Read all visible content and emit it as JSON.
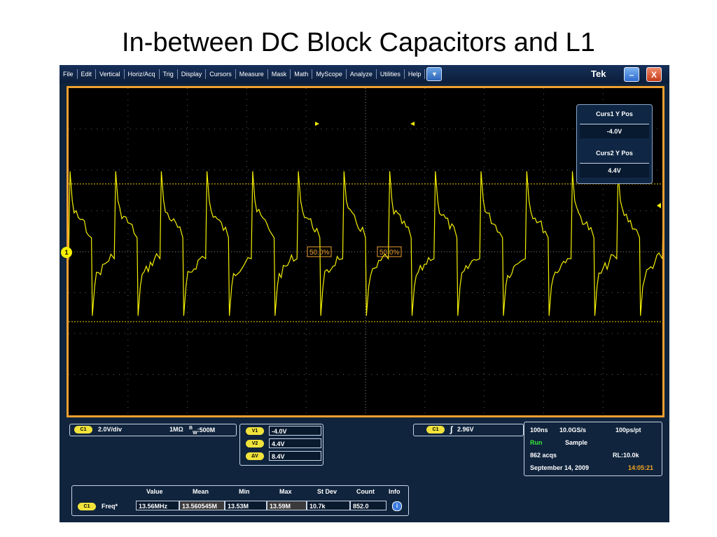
{
  "slide": {
    "title": "In-between DC Block Capacitors and L1"
  },
  "menu": {
    "items": [
      "File",
      "Edit",
      "Vertical",
      "Horiz/Acq",
      "Trig",
      "Display",
      "Cursors",
      "Measure",
      "Mask",
      "Math",
      "MyScope",
      "Analyze",
      "Utilities",
      "Help"
    ]
  },
  "titlebar": {
    "brand": "Tek",
    "minimize_glyph": "–",
    "close_glyph": "X"
  },
  "screen": {
    "channel_marker": "1",
    "trigger_label_left": "50.0%",
    "trigger_label_right": "50.0%",
    "trace_color": "#f5f000",
    "border_color": "#f0a030",
    "trace_shape": {
      "periods": 13,
      "high_level": 0.28,
      "low_level": 0.67,
      "zero_level": 0.5
    }
  },
  "cursor_readout": {
    "curs1_label": "Curs1 Y Pos",
    "curs1_value": "-4.0V",
    "curs2_label": "Curs2 Y Pos",
    "curs2_value": "4.4V"
  },
  "channel_info": {
    "badge": "C1",
    "scale": "2.0V/div",
    "impedance": "1MΩ",
    "bw_sup": "B",
    "bw_sub": "W",
    "bandwidth": ":500M"
  },
  "cursor_values": {
    "v1_label": "V1",
    "v1": "-4.0V",
    "v2_label": "V2",
    "v2": "4.4V",
    "dv_label": "ΔV",
    "dv": "8.4V"
  },
  "trigger_info": {
    "badge": "C1",
    "level": "2.96V"
  },
  "acquisition": {
    "timebase": "100ns",
    "sample_rate": "10.0GS/s",
    "resolution": "100ps/pt",
    "state": "Run",
    "mode": "Sample",
    "acqs": "862 acqs",
    "record_length": "RL:10.0k",
    "date": "September 14, 2009",
    "time": "14:05:21"
  },
  "measurements": {
    "headers": [
      "Value",
      "Mean",
      "Min",
      "Max",
      "St Dev",
      "Count",
      "Info"
    ],
    "badge": "C1",
    "name": "Freq*",
    "row": [
      "13.56MHz",
      "13.560545M",
      "13.53M",
      "13.59M",
      "10.7k",
      "852.0"
    ]
  },
  "colors": {
    "run": "#38e838",
    "time": "#f5a623",
    "panel": "#10243d"
  },
  "icons": [
    "dropdown-arrow-icon",
    "minimize-icon",
    "close-icon",
    "trigger-edge-icon",
    "info-icon"
  ]
}
